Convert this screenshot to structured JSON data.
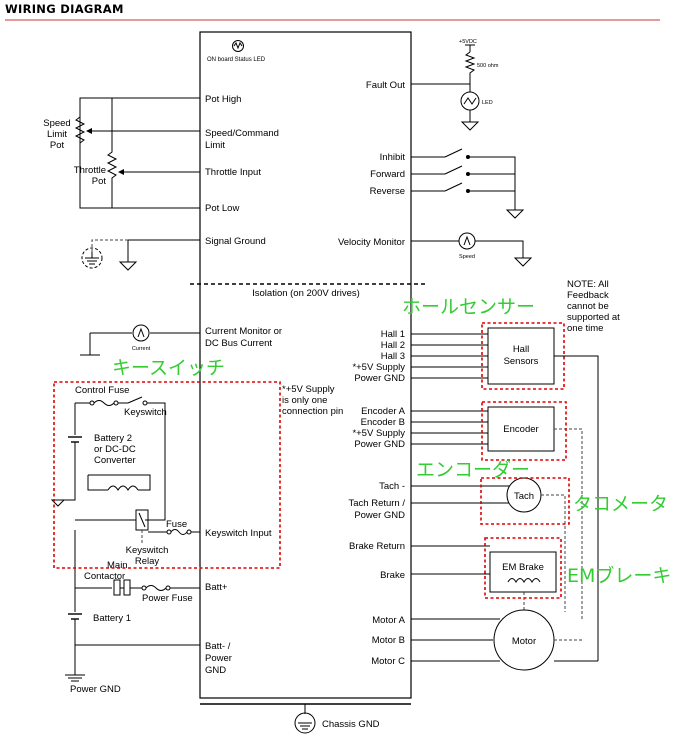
{
  "title": "WIRING DIAGRAM",
  "controller": {
    "led_label": "ON board Status LED",
    "left_pins": {
      "pot_high": "Pot High",
      "speed_cmd": [
        "Speed/Command",
        "Limit"
      ],
      "throttle_input": "Throttle Input",
      "pot_low": "Pot Low",
      "signal_ground": "Signal Ground",
      "current_monitor": [
        "Current Monitor or",
        "DC Bus Current"
      ],
      "keyswitch_input": "Keyswitch Input",
      "batt_plus": "Batt+",
      "batt_minus": [
        "Batt- /",
        "Power",
        "GND"
      ]
    },
    "right_pins": {
      "fault_out": "Fault Out",
      "inhibit": "Inhibit",
      "forward": "Forward",
      "reverse": "Reverse",
      "velocity_monitor": "Velocity Monitor",
      "hall": [
        "Hall 1",
        "Hall 2",
        "Hall 3",
        "*+5V Supply",
        "Power GND"
      ],
      "encoder": [
        "Encoder A",
        "Encoder B",
        "*+5V Supply",
        "Power GND"
      ],
      "tach": [
        "Tach -",
        "Tach Return /",
        "Power GND"
      ],
      "brake_return": "Brake Return",
      "brake": "Brake",
      "motor": [
        "Motor A",
        "Motor B",
        "Motor C"
      ]
    },
    "isolation": "Isolation (on 200V drives)"
  },
  "external": {
    "speed_limit_pot": [
      "Speed",
      "Limit",
      "Pot"
    ],
    "throttle_pot": [
      "Throttle",
      "Pot"
    ],
    "current_meter": "Current",
    "speed_meter": "Speed",
    "supply_5v": "+5VDC",
    "resistor_500": "500 ohm",
    "led": "LED",
    "control_fuse": "Control Fuse",
    "keyswitch": "Keyswitch",
    "battery2": [
      "Battery 2",
      "or DC-DC",
      "Converter"
    ],
    "fuse": "Fuse",
    "keyswitch_relay": [
      "Keyswitch",
      "Relay"
    ],
    "main_contactor": [
      "Main",
      "Contactor"
    ],
    "power_fuse": "Power Fuse",
    "battery1": "Battery 1",
    "power_gnd": "Power GND",
    "chassis_gnd": "Chassis GND",
    "supply_note": [
      "*+5V Supply",
      "is only one",
      "connection pin"
    ],
    "feedback_note": [
      "NOTE: All",
      "Feedback",
      "cannot be",
      "supported at",
      "one time"
    ],
    "hall_sensors": [
      "Hall",
      "Sensors"
    ],
    "encoder_box": "Encoder",
    "tach_circle": "Tach",
    "em_brake": "EM Brake",
    "motor": "Motor"
  },
  "annotations": {
    "hall_sensor_jp": "ホールセンサー",
    "keyswitch_jp": "キースイッチ",
    "encoder_jp": "エンコーダー",
    "tacho_jp": "タコメータ",
    "em_brake_jp": "EMブレーキ"
  },
  "colors": {
    "annotation": "#33cc33",
    "highlight": "#e00000",
    "title_rule": "#cc3333"
  }
}
